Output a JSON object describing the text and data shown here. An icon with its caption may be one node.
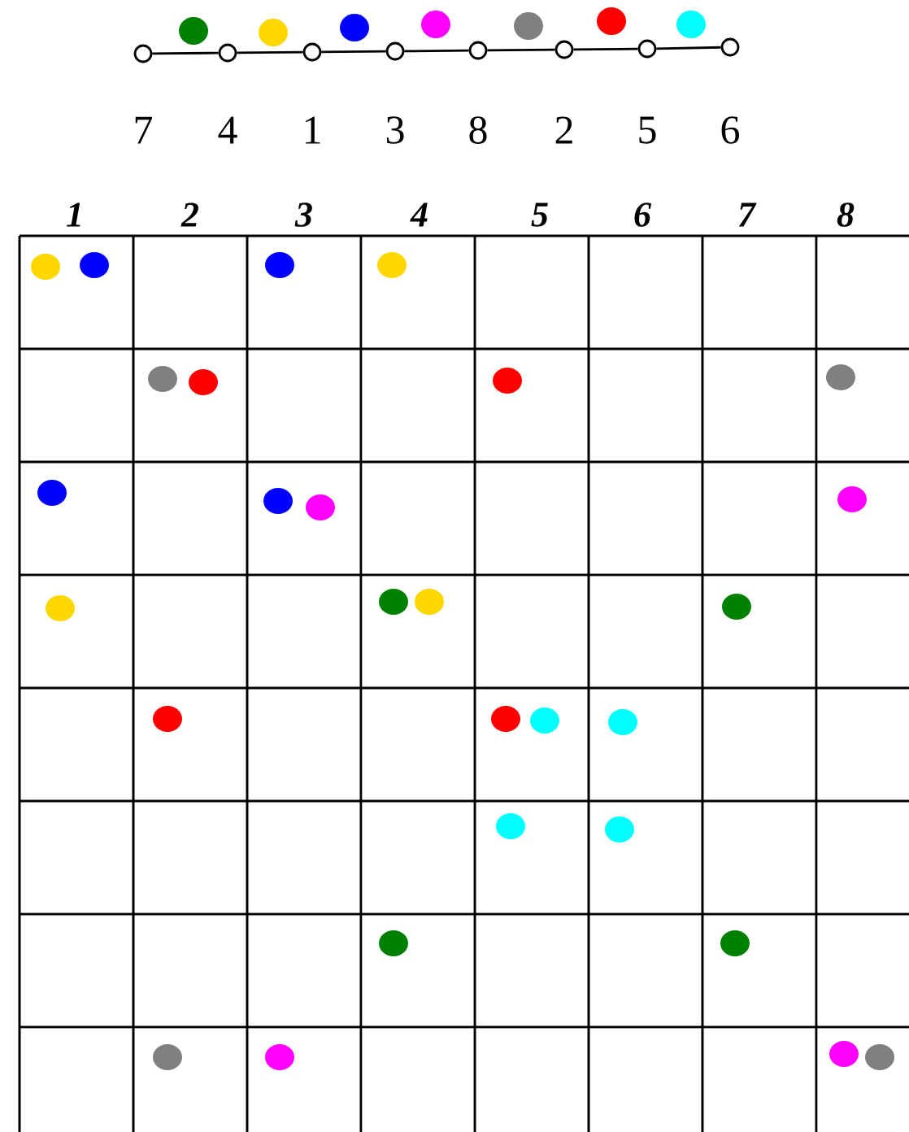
{
  "diagram": {
    "nodes": [
      {
        "text": [],
        "shape": "circle",
        "beside": [
          "7"
        ]
      },
      {
        "text": [],
        "shape": "circle",
        "beside": [
          "4"
        ]
      },
      {
        "text": [],
        "shape": "circle",
        "beside": [
          "1"
        ]
      },
      {
        "text": [],
        "shape": "circle",
        "beside": [
          "3"
        ]
      },
      {
        "text": [],
        "shape": "circle",
        "beside": [
          "8"
        ]
      },
      {
        "text": [],
        "shape": "circle",
        "beside": [
          "2"
        ]
      },
      {
        "text": [],
        "shape": "circle",
        "beside": [
          "5"
        ]
      },
      {
        "text": [],
        "shape": "circle",
        "beside": [
          "6"
        ]
      }
    ],
    "edges": [
      {
        "from": 0,
        "to": 1,
        "arrow": "none"
      },
      {
        "from": 1,
        "to": 2,
        "arrow": "none"
      },
      {
        "from": 2,
        "to": 3,
        "arrow": "none"
      },
      {
        "from": 3,
        "to": 4,
        "arrow": "none"
      },
      {
        "from": 4,
        "to": 5,
        "arrow": "none"
      },
      {
        "from": 5,
        "to": 6,
        "arrow": "none"
      },
      {
        "from": 6,
        "to": 7,
        "arrow": "none"
      }
    ],
    "labels": [
      "1",
      "2",
      "3",
      "4",
      "5",
      "6",
      "7",
      "8"
    ]
  }
}
